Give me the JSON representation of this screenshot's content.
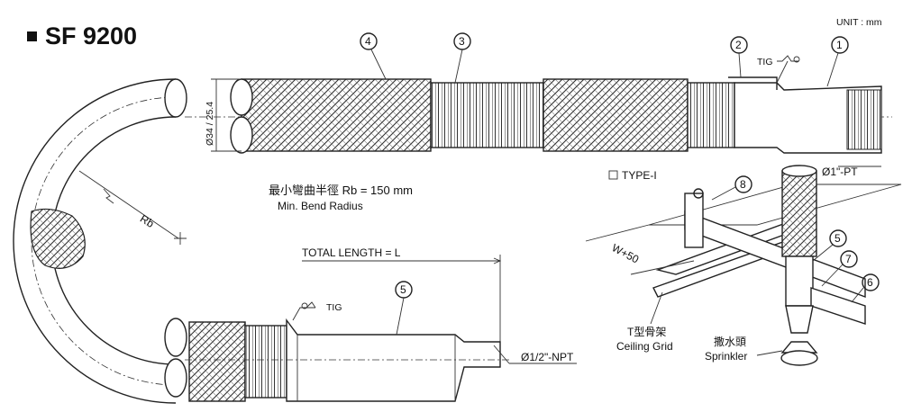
{
  "title": "SF 9200",
  "unit": "UNIT : mm",
  "callouts": {
    "c1": "1",
    "c2": "2",
    "c3": "3",
    "c4": "4",
    "c5": "5",
    "c5b": "5",
    "c6": "6",
    "c7": "7",
    "c8": "8"
  },
  "labels": {
    "tig_top": "TIG",
    "tig_bottom": "TIG",
    "dia_outer": "Ø34 / 25.4",
    "thread_top": "Ø1\"-PT",
    "thread_bottom": "Ø1/2\"-NPT",
    "min_bend_cn": "最小彎曲半徑 Rb = 150 mm",
    "min_bend_en": "Min. Bend Radius",
    "rb": "Rb",
    "total_length": "TOTAL LENGTH = L",
    "type": "TYPE-I",
    "w50": "W+50",
    "grid_cn": "T型骨架",
    "grid_en": "Ceiling Grid",
    "sprinkler_cn": "撒水頭",
    "sprinkler_en": "Sprinkler"
  }
}
